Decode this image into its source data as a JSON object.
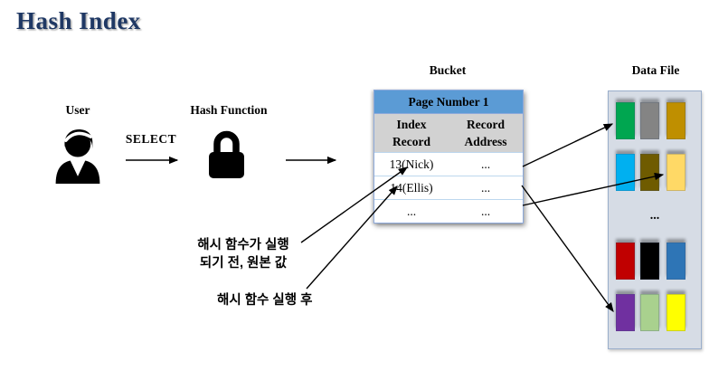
{
  "title": "Hash Index",
  "flow": {
    "user_label": "User",
    "user_icon": "person-icon",
    "select_label": "SELECT",
    "hash_function_label": "Hash Function",
    "hash_function_icon": "lock-icon"
  },
  "bucket": {
    "label": "Bucket",
    "page_header": "Page Number 1",
    "columns": [
      {
        "line1": "Index",
        "line2": "Record"
      },
      {
        "line1": "Record",
        "line2": "Address"
      }
    ],
    "rows": [
      {
        "index_record": "13(Nick)",
        "record_address": "..."
      },
      {
        "index_record": "14(Ellis)",
        "record_address": "..."
      },
      {
        "index_record": "...",
        "record_address": "..."
      }
    ]
  },
  "data_file": {
    "label": "Data File",
    "ellipsis": "...",
    "block_rows": [
      [
        "#00A650",
        "#848484",
        "#BF8F00"
      ],
      [
        "#00B0F0",
        "#6F5B00",
        "#FFD966"
      ],
      [
        "#C00000",
        "#000000",
        "#2E75B6"
      ],
      [
        "#7030A0",
        "#A9D18E",
        "#FFFF00"
      ]
    ]
  },
  "annotations": {
    "before_hash_line1": "해시 함수가 실행",
    "before_hash_line2": "되기 전, 원본 값",
    "after_hash": "해시 함수 실행 후"
  },
  "colors": {
    "title": "#1F3864",
    "table_header_bg": "#5B9BD5",
    "column_header_bg": "#D2D2D2",
    "table_border": "#8EAADB",
    "row_border": "#BDD7EE",
    "panel_bg": "#D6DCE5",
    "panel_border": "#9AAECB",
    "arrow": "#000000"
  }
}
